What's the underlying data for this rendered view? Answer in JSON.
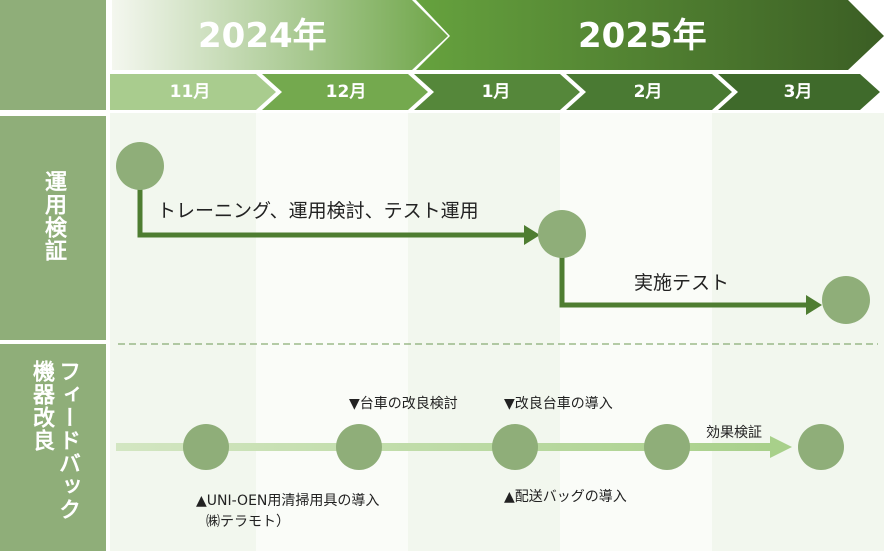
{
  "timeline": {
    "years": [
      {
        "label": "2024年"
      },
      {
        "label": "2025年"
      }
    ],
    "months": [
      {
        "label": "11月",
        "color": "#a9cc8e"
      },
      {
        "label": "12月",
        "color": "#74a94e"
      },
      {
        "label": "1月",
        "color": "#55873a"
      },
      {
        "label": "2月",
        "color": "#4a7a33"
      },
      {
        "label": "3月",
        "color": "#3f6a2b"
      }
    ]
  },
  "rows": [
    {
      "label": "運用検証"
    },
    {
      "label": "フィードバック機器改良"
    }
  ],
  "operation": {
    "step1": "トレーニング、運用検討、テスト運用",
    "step2": "実施テスト"
  },
  "feedback": {
    "top_milestone1": "▼台車の改良検討",
    "top_milestone2": "▼改良台車の導入",
    "bottom_milestone1_line1": "▲UNI-OEN用清掃用具の導入",
    "bottom_milestone1_line2": "㈱テラモト）",
    "bottom_milestone2": "▲配送バッグの導入",
    "effect": "効果検証"
  },
  "colors": {
    "sidebar": "#8fae79",
    "circle": "#8fae79",
    "arrow": "#4e7d31",
    "year_dark": "#3f6a2b"
  }
}
